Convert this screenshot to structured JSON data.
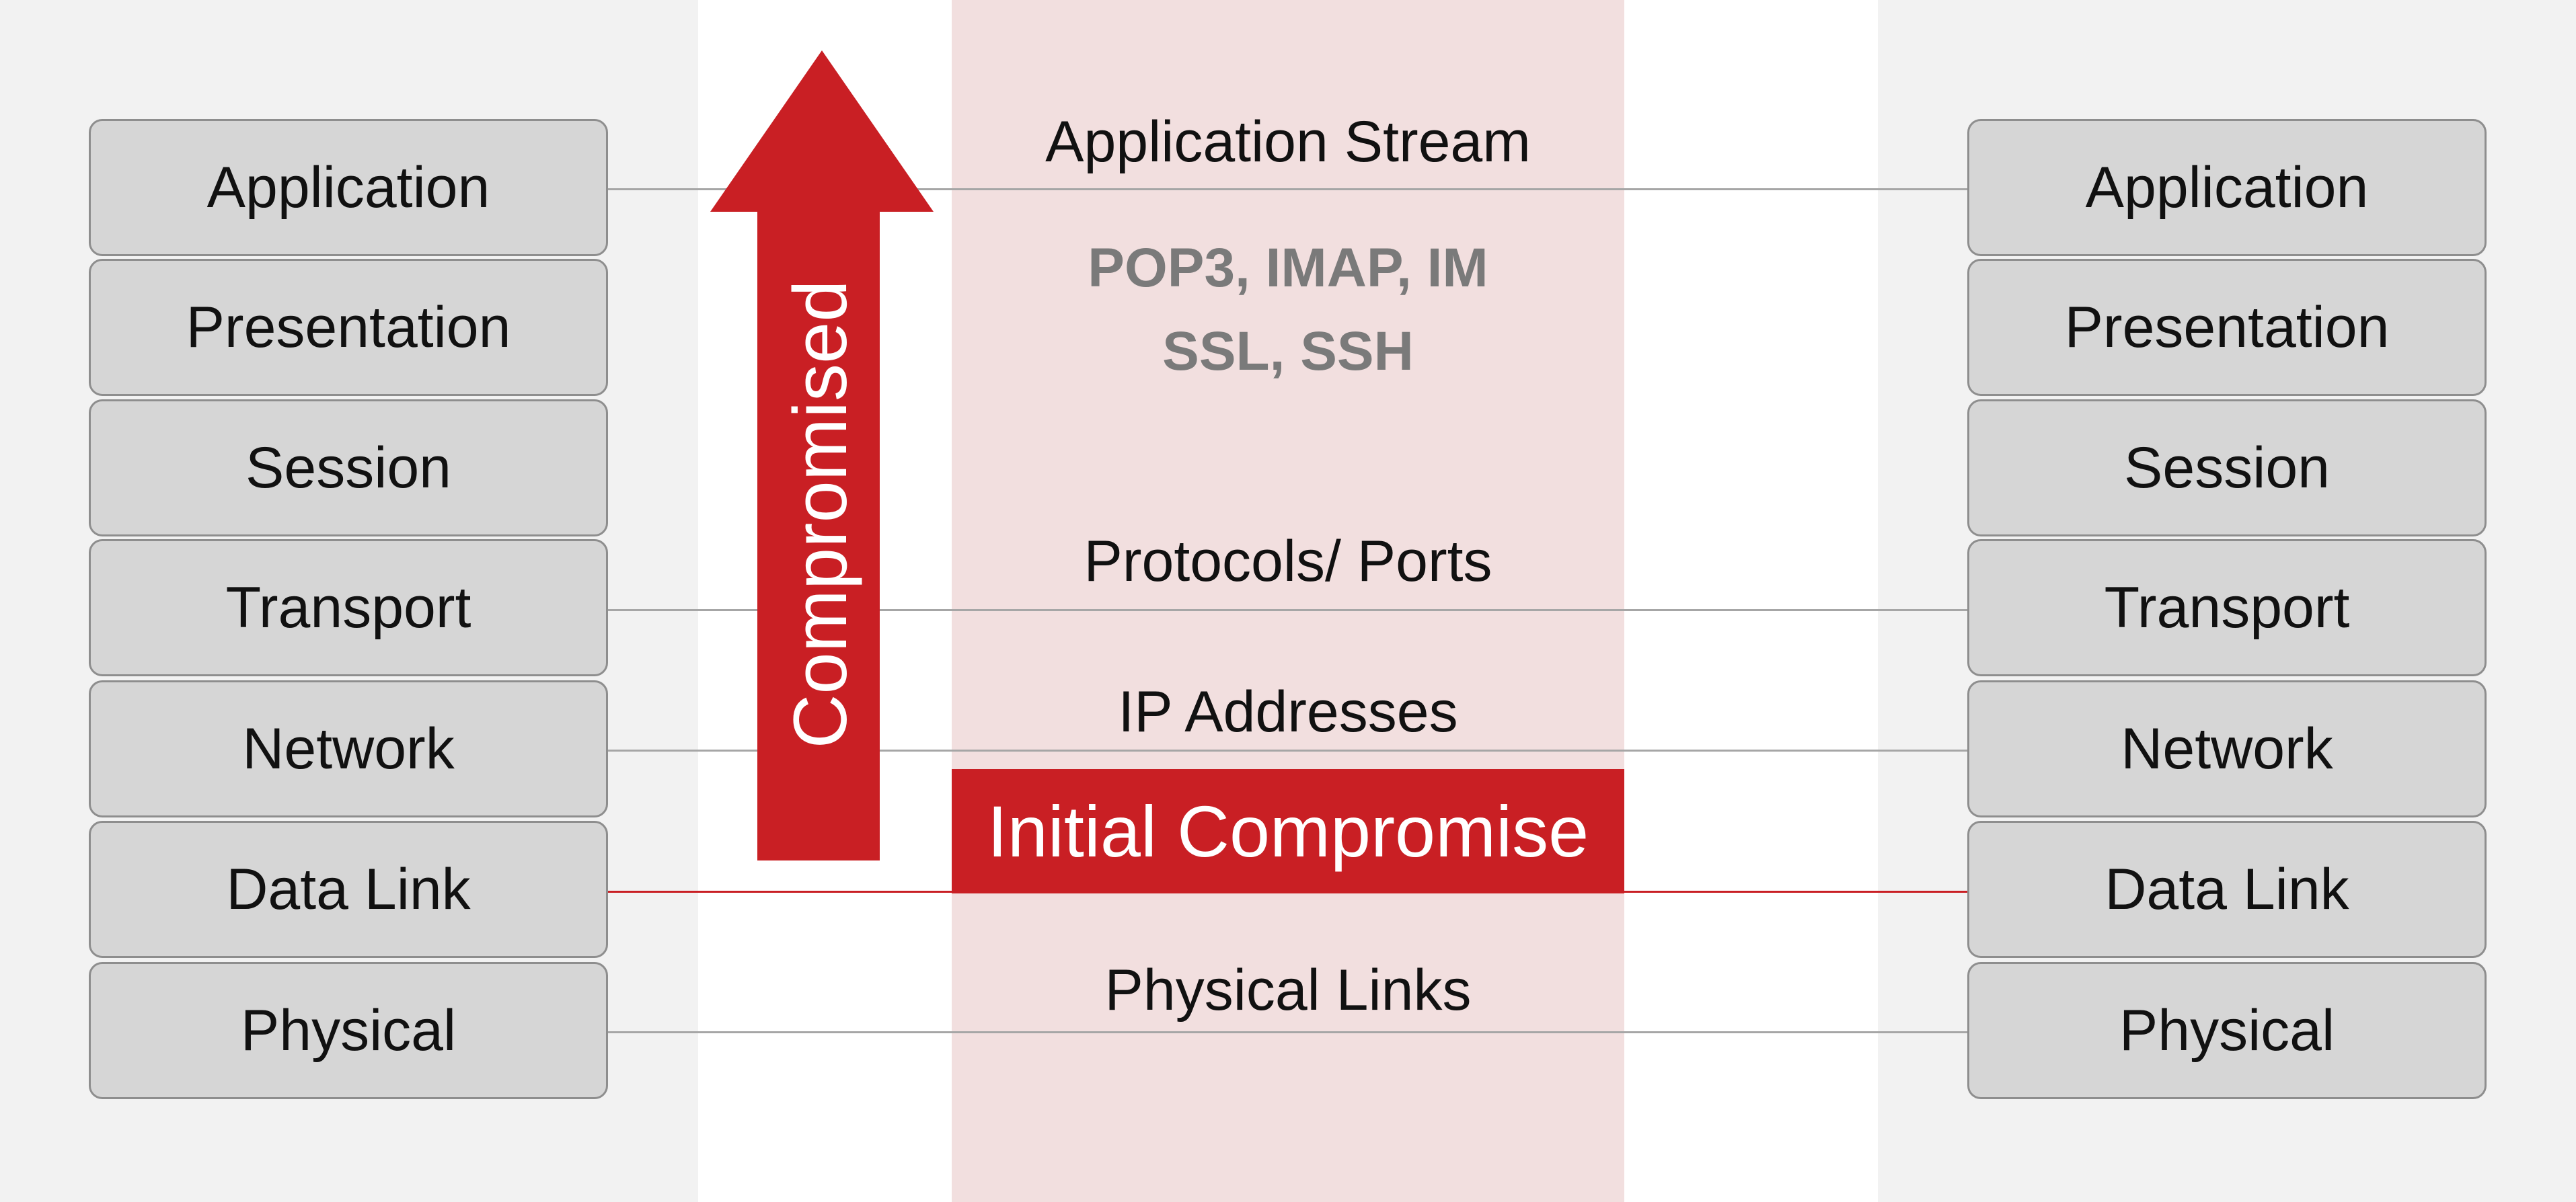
{
  "colors": {
    "side_band": "#f2f2f2",
    "center_band": "#f2dfdf",
    "layer_fill": "#d6d6d6",
    "connector_gray": "#a6a6a6",
    "accent_red": "#c91f24",
    "protocol_gray": "#7a7a7a"
  },
  "left_stack": {
    "layers": [
      "Application",
      "Presentation",
      "Session",
      "Transport",
      "Network",
      "Data Link",
      "Physical"
    ]
  },
  "right_stack": {
    "layers": [
      "Application",
      "Presentation",
      "Session",
      "Transport",
      "Network",
      "Data Link",
      "Physical"
    ]
  },
  "center": {
    "application_stream": "Application Stream",
    "protocols_line1": "POP3, IMAP, IM",
    "protocols_line2": "SSL, SSH",
    "protocols_ports": "Protocols/ Ports",
    "ip_addresses": "IP Addresses",
    "initial_compromise": "Initial Compromise",
    "physical_links": "Physical Links"
  },
  "arrow": {
    "label": "Compromised",
    "icon": "up-arrow-icon"
  }
}
